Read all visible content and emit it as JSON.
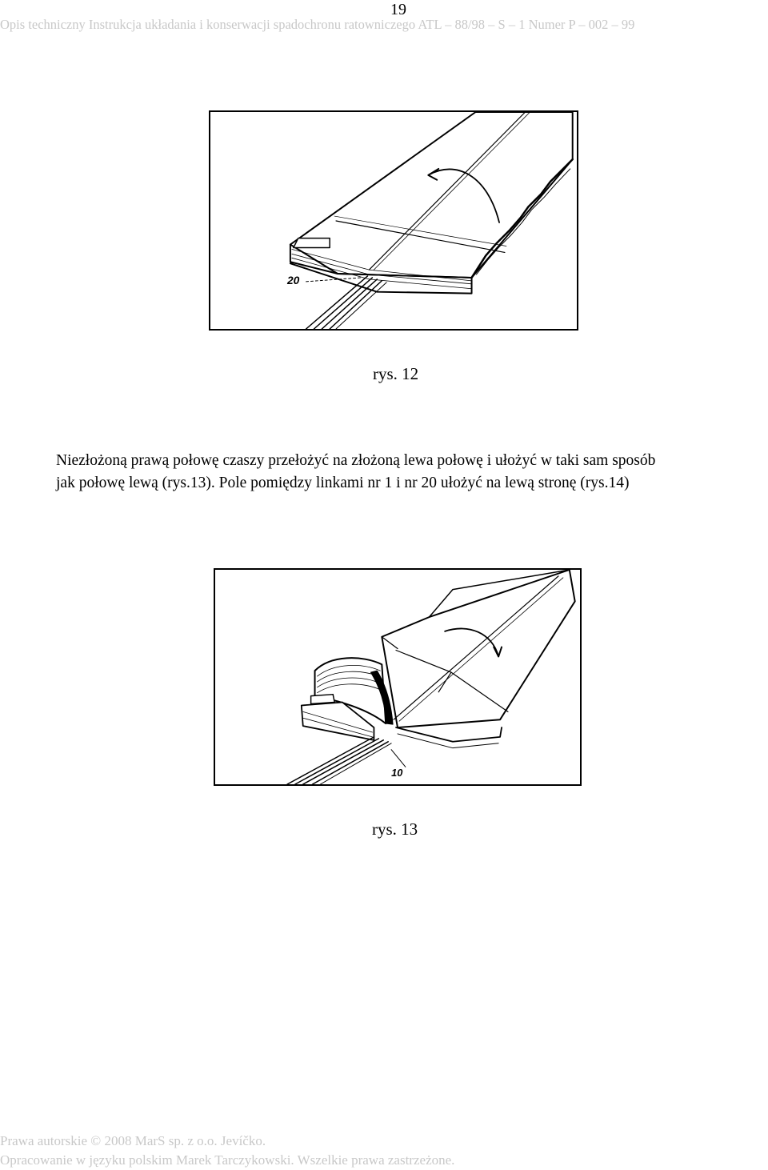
{
  "page": {
    "number": "19",
    "header": "Opis techniczny Instrukcja układania i konserwacji spadochronu ratowniczego ATL – 88/98 – S – 1   Numer P – 002 – 99"
  },
  "figures": [
    {
      "label": "20",
      "caption": "rys. 12"
    },
    {
      "label": "10",
      "caption": "rys. 13"
    }
  ],
  "body_text": {
    "line1": "Niezłożoną prawą połowę czaszy przełożyć na złożoną lewa połowę i ułożyć w taki sam sposób",
    "line2": "jak połowę lewą (rys.13). Pole pomiędzy linkami nr 1 i nr 20 ułożyć na lewą stronę (rys.14)"
  },
  "footer": {
    "line1": "Prawa autorskie © 2008 MarS sp. z o.o. Jevíčko.",
    "line2": "Opracowanie w języku polskim Marek Tarczykowski. Wszelkie prawa zastrzeżone."
  }
}
